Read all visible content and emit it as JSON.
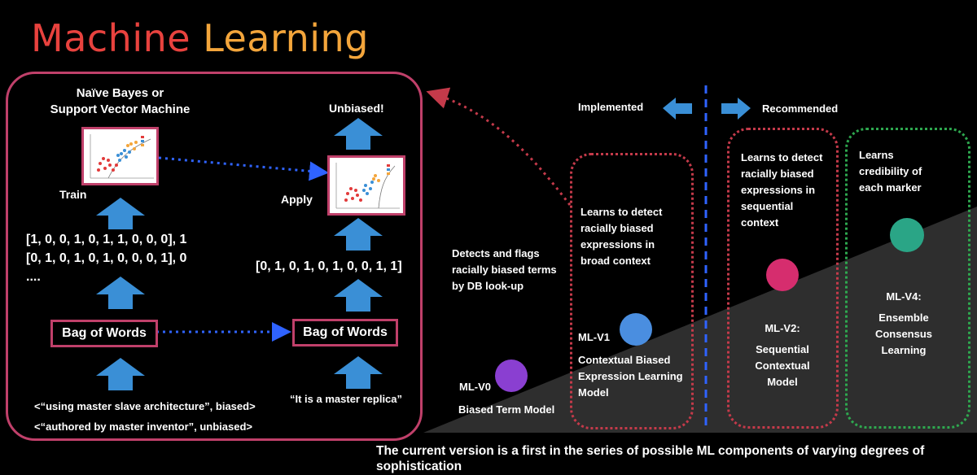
{
  "title": {
    "word1": "Machine",
    "word2": "Learning"
  },
  "colors": {
    "title_red": "#e8423e",
    "title_orange": "#f3a53b",
    "box_border": "#c0406a",
    "arrow_blue": "#3a8fd6",
    "dotted_blue": "#2f63ff",
    "dotted_red": "#c43a4a",
    "dotted_green": "#2ea84f",
    "v0_circle": "#8a3fd1",
    "v1_circle": "#4a8ee0",
    "v2_circle": "#d62d6e",
    "v4_circle": "#2aa586"
  },
  "left": {
    "model_title_1": "Naïve Bayes or",
    "model_title_2": "Support Vector Machine",
    "train_label": "Train",
    "vec_line1": "[1, 0, 0, 1, 0, 1, 1, 0, 0, 0], 1",
    "vec_line2": "[0, 1, 0, 1, 0, 1, 0, 0, 0, 1], 0",
    "vec_line3": "....",
    "bow_label": "Bag of Words",
    "input_line1": "<“using master slave architecture”, biased>",
    "input_line2": "<“authored by master inventor”, unbiased>"
  },
  "right_pipeline": {
    "unbiased_label": "Unbiased!",
    "apply_label": "Apply",
    "vec": "[0, 1, 0, 1, 0, 1, 0, 0, 1, 1]",
    "bow_label": "Bag of Words",
    "input": "“It is a master replica”"
  },
  "roadmap": {
    "implemented_label": "Implemented",
    "recommended_label": "Recommended",
    "v0": {
      "desc": "Detects and flags racially biased terms by DB look-up",
      "id": "ML-V0",
      "name": "Biased Term Model"
    },
    "v1": {
      "desc": "Learns to detect racially biased expressions in broad context",
      "id": "ML-V1",
      "name": "Contextual Biased Expression Learning Model"
    },
    "v2": {
      "desc": "Learns to detect racially biased expressions in sequential context",
      "id": "ML-V2:",
      "name": "Sequential Contextual Model"
    },
    "v4": {
      "desc": "Learns credibility of each marker",
      "id": "ML-V4:",
      "name": "Ensemble Consensus Learning"
    }
  },
  "caption": "The current version is a first in the series of possible ML components of varying degrees of sophistication"
}
